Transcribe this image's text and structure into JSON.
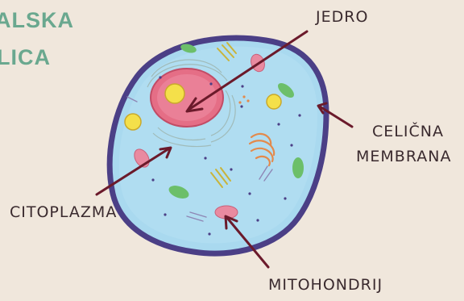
{
  "title": {
    "line1": "ALSKA",
    "line2": "LICA"
  },
  "labels": {
    "nucleus": "JEDRO",
    "membrane_line1": "CELIČNA",
    "membrane_line2": "MEMBRANA",
    "cytoplasm": "CITOPLAZMA",
    "mitochondria": "MITOHONDRIJ"
  },
  "colors": {
    "background": "#f0e7dc",
    "title": "#6aa88f",
    "membrane": "#4b3f86",
    "cytoplasm": "#a9d9ef",
    "nucleus": "#e56e86",
    "nucleolus": "#f4e04a",
    "arrow": "#6b1a2b",
    "label_text": "#3a2a2e"
  },
  "organelles": {
    "nucleus": "nucleus",
    "nucleolus": "nucleolus",
    "mitochondria": "mitochondria",
    "golgi": "golgi-apparatus",
    "vacuoles": "vacuoles",
    "er": "endoplasmic-reticulum"
  }
}
